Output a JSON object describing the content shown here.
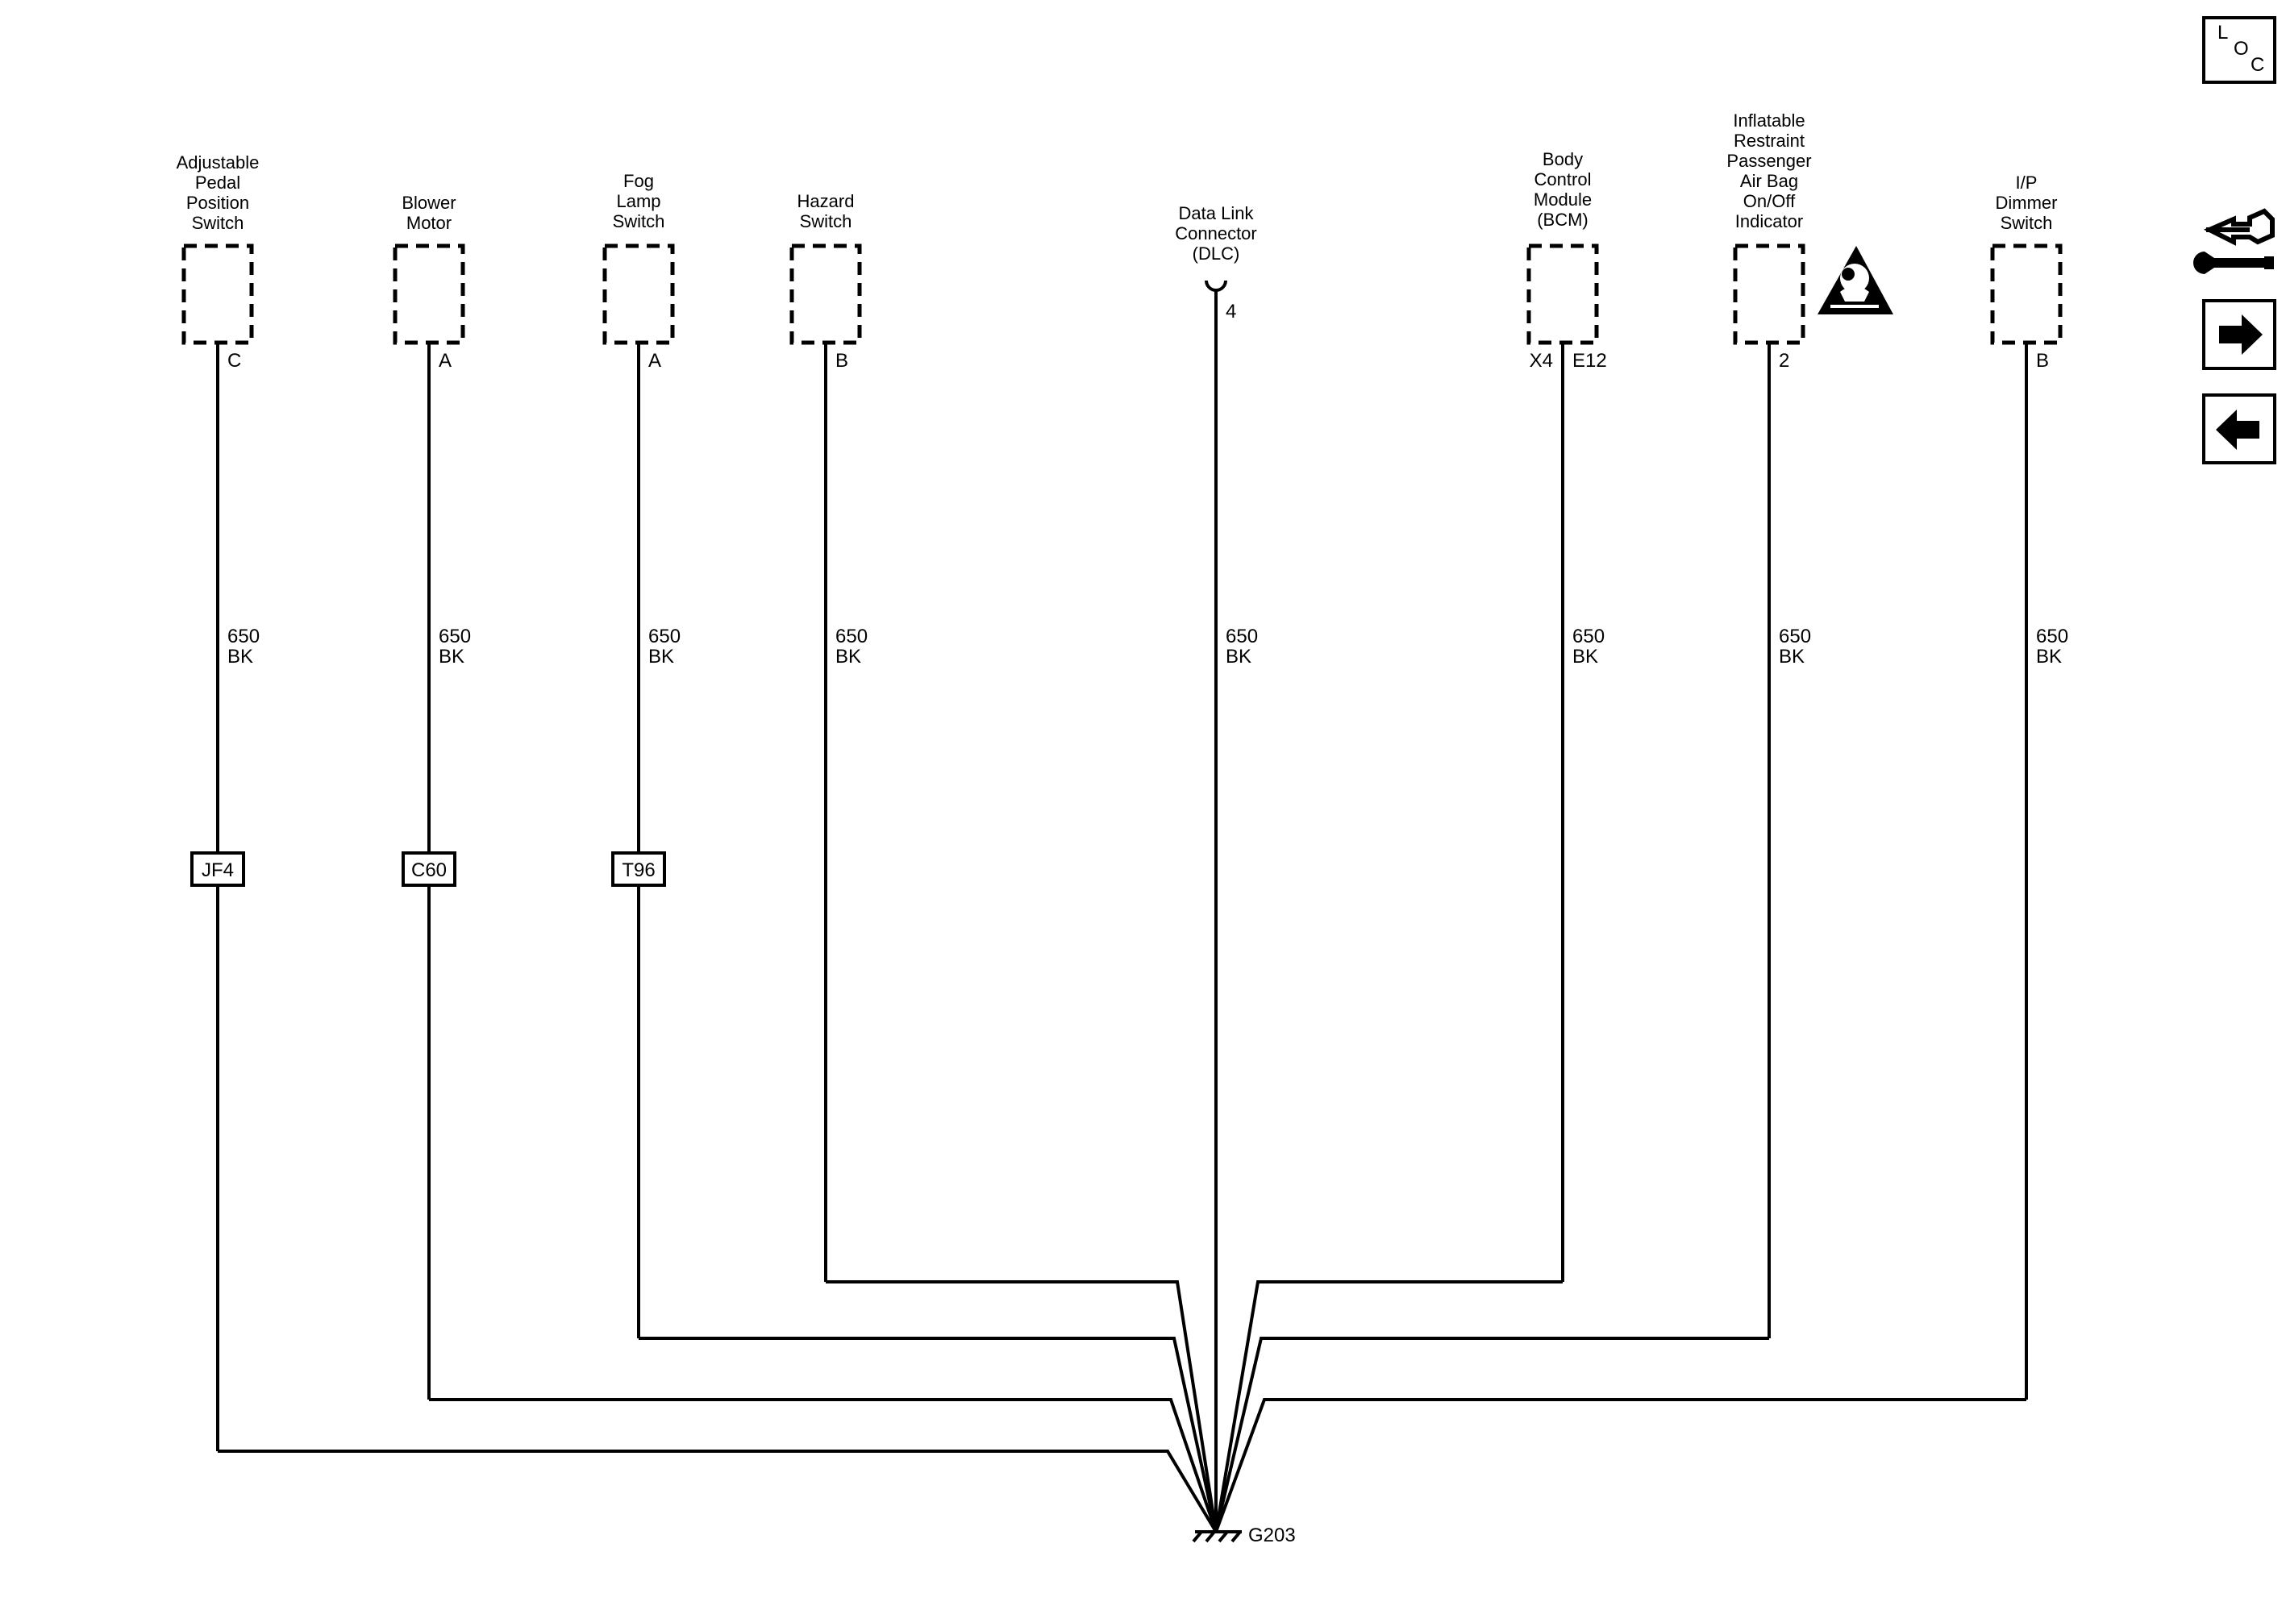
{
  "components": [
    {
      "name_lines": [
        "Adjustable",
        "Pedal",
        "Position",
        "Switch"
      ],
      "pin": "C",
      "circuit": "650",
      "color": "BK",
      "inline": "JF4"
    },
    {
      "name_lines": [
        "Blower",
        "Motor"
      ],
      "pin": "A",
      "circuit": "650",
      "color": "BK",
      "inline": "C60"
    },
    {
      "name_lines": [
        "Fog",
        "Lamp",
        "Switch"
      ],
      "pin": "A",
      "circuit": "650",
      "color": "BK",
      "inline": "T96"
    },
    {
      "name_lines": [
        "Hazard",
        "Switch"
      ],
      "pin": "B",
      "circuit": "650",
      "color": "BK"
    },
    {
      "name_lines": [
        "Data Link",
        "Connector",
        "(DLC)"
      ],
      "pin": "4",
      "circuit": "650",
      "color": "BK"
    },
    {
      "name_lines": [
        "Body",
        "Control",
        "Module",
        "(BCM)"
      ],
      "pin": "E12",
      "pin_left": "X4",
      "circuit": "650",
      "color": "BK"
    },
    {
      "name_lines": [
        "Inflatable",
        "Restraint",
        "Passenger",
        "Air Bag",
        "On/Off",
        "Indicator"
      ],
      "pin": "2",
      "circuit": "650",
      "color": "BK",
      "airbag_icon": "airbag-warning-icon"
    },
    {
      "name_lines": [
        "I/P",
        "Dimmer",
        "Switch"
      ],
      "pin": "B",
      "circuit": "650",
      "color": "BK"
    }
  ],
  "ground": {
    "label": "G203"
  },
  "nav": {
    "loc": {
      "l": "L",
      "o": "O",
      "c": "C"
    },
    "icons": [
      "connector-wrench-icon",
      "next-arrow-icon",
      "previous-arrow-icon"
    ]
  },
  "colors": {
    "line": "#000000",
    "background": "#ffffff"
  }
}
